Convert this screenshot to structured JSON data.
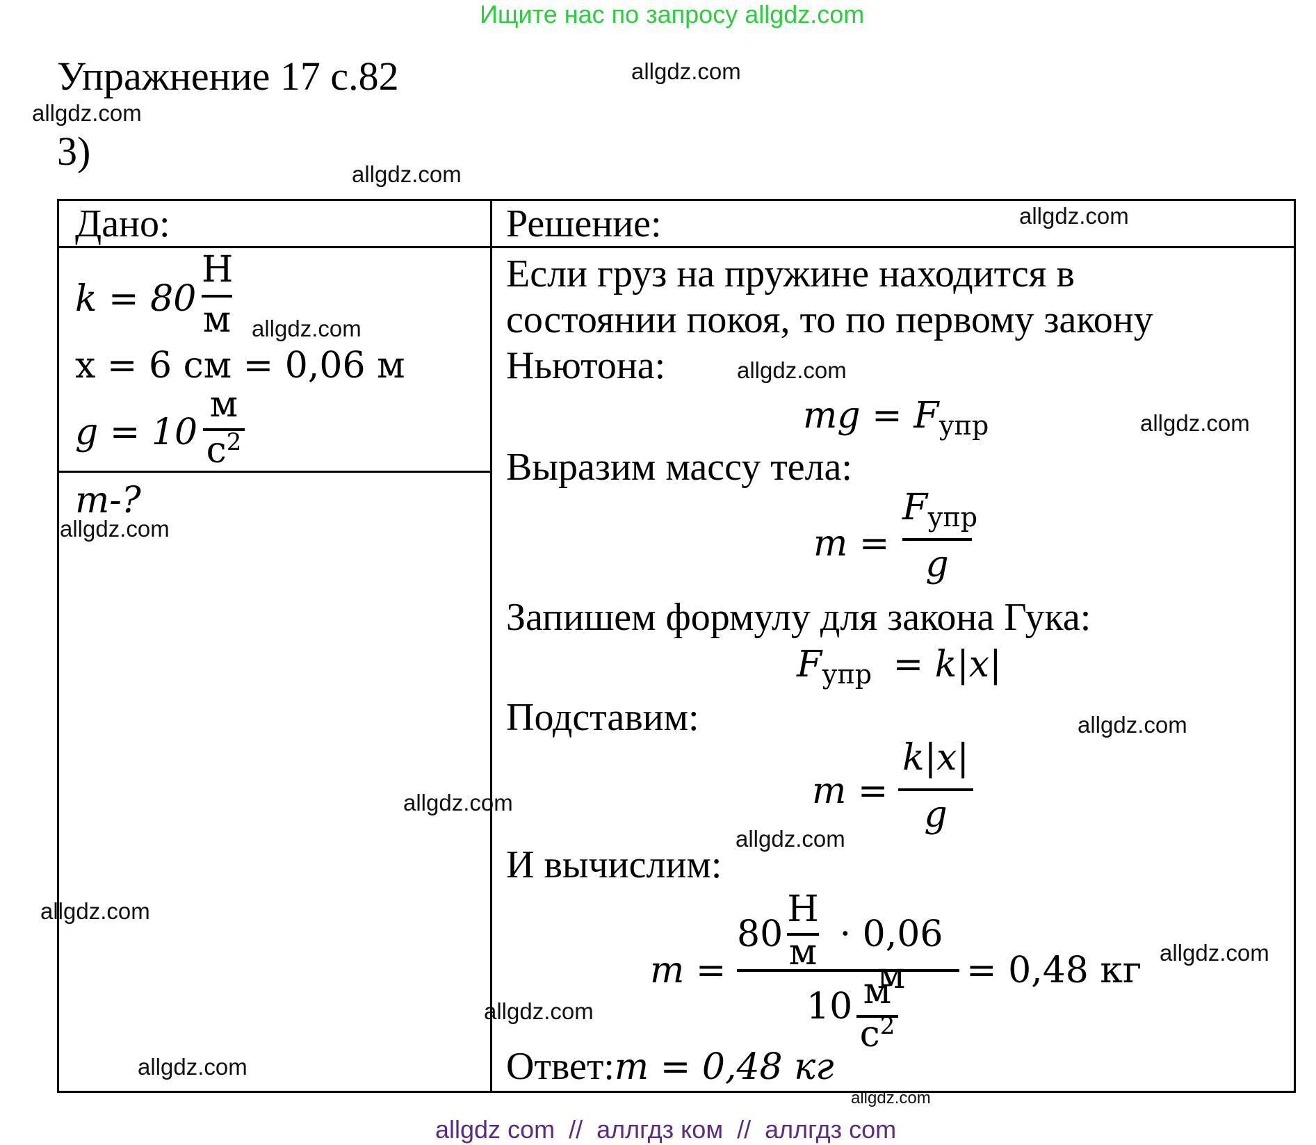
{
  "banner": "Ищите нас по запросу allgdz.com",
  "title": "Упражнение 17 с.82",
  "task_number": "3)",
  "given": {
    "header": "Дано:",
    "k_lhs": "k = 80",
    "k_num": "Н",
    "k_den": "м",
    "x_line": "x = 6 см = 0,06 м",
    "g_lhs": "g = 10",
    "g_num": "м",
    "g_den": "с",
    "g_den_exp": "2",
    "find": "m-?"
  },
  "solution": {
    "header": "Решение:",
    "p1_l1": "Если груз на пружине находится в",
    "p1_l2": "состоянии покоя, то по первому закону",
    "p1_l3": "Ньютона:",
    "eq1_lhs": "mg = F",
    "eq1_sub": "упр",
    "p2": "Выразим массу тела:",
    "eq2_lhs": "m =",
    "eq2_num": "F",
    "eq2_num_sub": "упр",
    "eq2_den": "g",
    "p3": "Запишем формулу для закона Гука:",
    "eq3_F": "F",
    "eq3_sub": "упр",
    "eq3_rhs": "= k|x|",
    "p4": "Подставим:",
    "eq4_lhs": "m =",
    "eq4_num": "k|x|",
    "eq4_den": "g",
    "p5": "И вычислим:",
    "eq5_lhs": "m =",
    "eq5_num_a": "80",
    "eq5_num_unit_top": "Н",
    "eq5_num_unit_bot": "м",
    "eq5_num_b": "· 0,06 м",
    "eq5_den_a": "10",
    "eq5_den_unit_top": "м",
    "eq5_den_unit_bot": "с",
    "eq5_den_unit_exp": "2",
    "eq5_rhs": "= 0,48 кг",
    "answer_label": "Ответ:",
    "answer_value": "m = 0,48 кг"
  },
  "watermark": "allgdz.com",
  "footer": "allgdz com  //  аллгдз ком  //  аллгдз com"
}
